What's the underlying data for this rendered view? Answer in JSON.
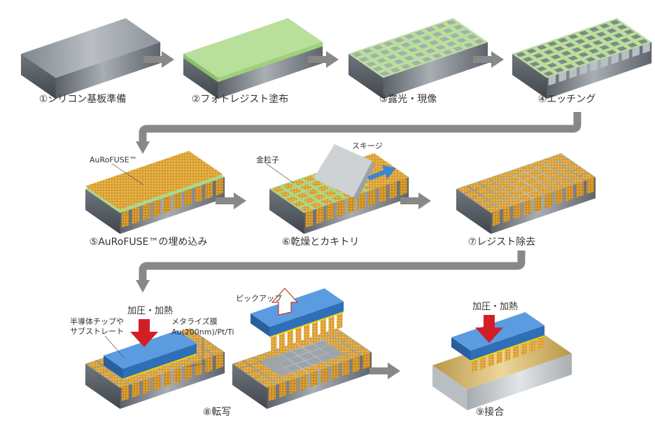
{
  "title": "AuRoFUSE転写接合プロセス",
  "colors": {
    "arrow_gray": "#888888",
    "silicon": "#8a9096",
    "resist_green": "#b9e09a",
    "gold": "#d9a33c",
    "chip_blue": "#4a8ed1",
    "press_red": "#d21f26",
    "squeegee_arrow_blue": "#3b87cf",
    "metallize_yellow": "#f2d300"
  },
  "steps": [
    {
      "id": 1,
      "label": "①シリコン基板準備"
    },
    {
      "id": 2,
      "label": "②フォトレジスト塗布"
    },
    {
      "id": 3,
      "label": "③露光・現像"
    },
    {
      "id": 4,
      "label": "④エッチング"
    },
    {
      "id": 5,
      "label": "⑤AuRoFUSE™の埋め込み"
    },
    {
      "id": 6,
      "label": "⑥乾燥とカキトリ"
    },
    {
      "id": 7,
      "label": "⑦レジスト除去"
    },
    {
      "id": 8,
      "label": "⑧転写"
    },
    {
      "id": 9,
      "label": "⑨接合"
    }
  ],
  "annotations": {
    "aurofuse": "AuRoFUSE™",
    "gold_particles": "金粒子",
    "squeegee": "スキージ",
    "press_heat_8": "加圧・加熱",
    "chip_line1": "半導体チップや",
    "chip_line2": "サブストレート",
    "metallize_line1": "メタライズ膜",
    "metallize_line2": "Au(200nm)/Pt/Ti",
    "pickup": "ピックアップ",
    "press_heat_9": "加圧・加熱"
  }
}
